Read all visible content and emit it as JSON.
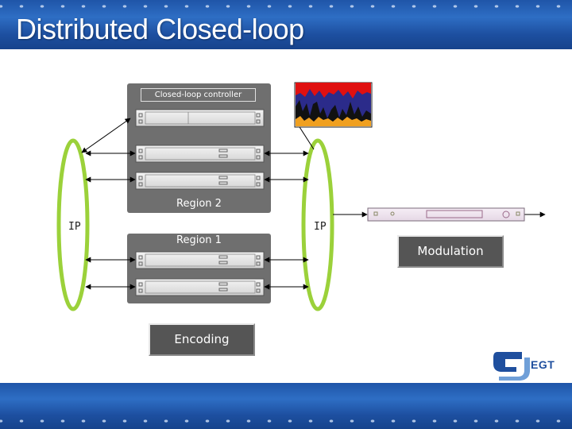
{
  "title": "Distributed Closed-loop",
  "diagram": {
    "controller_label": "Closed-loop controller",
    "region2_label": "Region 2",
    "region1_label": "Region 1",
    "ip_left": "IP",
    "ip_right": "IP",
    "encoding_label": "Encoding",
    "modulation_label": "Modulation"
  },
  "logo": {
    "text": "EGT"
  },
  "colors": {
    "title_band": "#1f55a8",
    "panel": "#6f6f6f",
    "ip_ring": "#9bd13a",
    "label_box": "#555555",
    "chart_red": "#e01010",
    "chart_navy": "#2b2b8a",
    "chart_orange": "#f0a020",
    "logo_blue": "#1f4f9e"
  }
}
